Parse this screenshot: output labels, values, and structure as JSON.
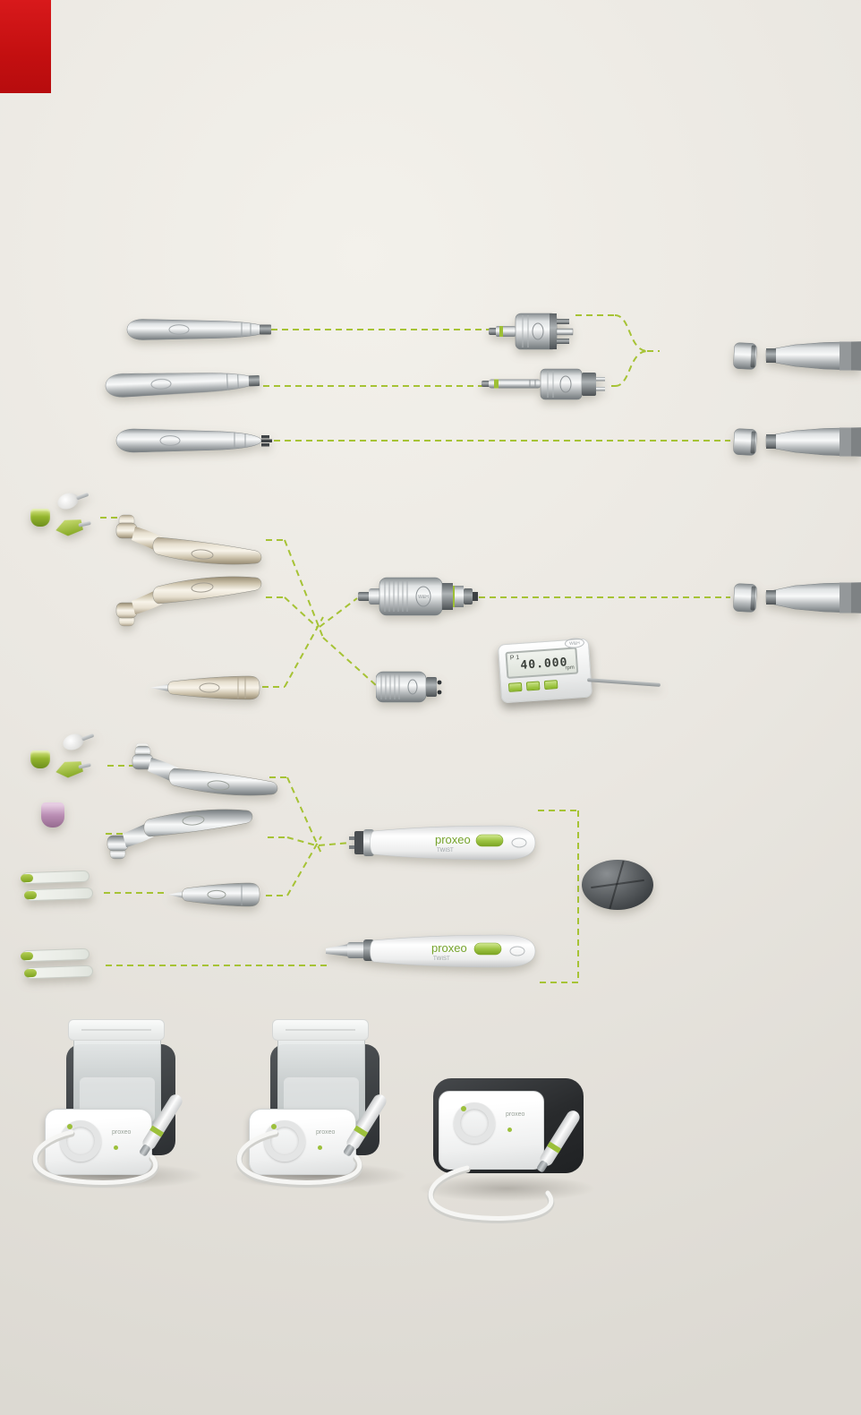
{
  "page": {
    "background": "#e8e5df",
    "accent_red": "#c30f10",
    "connector_green": "#a6c335",
    "metal_light": "#f2f3f3",
    "metal_dark": "#7c8184"
  },
  "branding": {
    "wh": "W&H",
    "proxeo": "proxeo",
    "twist": "TWIST"
  },
  "display_unit": {
    "program": "P 1",
    "value": "40.000",
    "unit": "rpm"
  },
  "products": {
    "turbine_handpieces": [
      "turbine-handpiece-1",
      "turbine-handpiece-2",
      "turbine-handpiece-3"
    ],
    "couplings": [
      "quick-coupling-4hole",
      "quick-coupling-adapter"
    ],
    "hoses": [
      "turbine-hose-1",
      "turbine-hose-2",
      "motor-hose"
    ],
    "contra_angles": [
      "contra-angle-1",
      "contra-angle-2",
      "nosecone-handpiece",
      "prophy-contra-angle-1",
      "prophy-contra-angle-2",
      "prophy-nosecone"
    ],
    "motors": [
      "air-motor",
      "short-air-motor",
      "electric-motor-control-unit"
    ],
    "cordless_handpieces": [
      "cordless-prophy-handpiece-short",
      "cordless-prophy-handpiece-long"
    ],
    "accessories": [
      "prophy-brush-white",
      "prophy-cup-green",
      "prophy-brush-green",
      "prophy-cup-pink",
      "interdental-tip-pair-1",
      "interdental-tip-pair-2"
    ],
    "foot_control": "wireless-foot-control",
    "stations": [
      "polishing-station-1",
      "polishing-station-2",
      "polishing-station-3"
    ]
  }
}
